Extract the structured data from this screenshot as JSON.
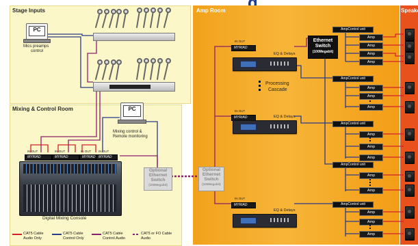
{
  "header": {
    "title_fragment": "g"
  },
  "stage_inputs": {
    "title": "Stage Inputs",
    "pc_label": "PC",
    "pc_caption_line1": "Mics preamps",
    "pc_caption_line2": "control"
  },
  "mixing_room": {
    "title": "Mixing & Control Room",
    "pc_label": "PC",
    "pc_caption_line1": "Mixing control &",
    "pc_caption_line2": "Remote monitoring",
    "console_caption": "Digital Mixing Console",
    "optional_switch_line1": "Optional",
    "optional_switch_line2": "Ethernet",
    "optional_switch_line3": "Switch",
    "optional_switch_line4": "(100Megabit)",
    "inout_labels": [
      "IN OUT",
      "IN OUT",
      "IN OUT",
      "IN OUT"
    ],
    "myriad_tag": "MYRIAD"
  },
  "amp_room": {
    "title": "Amp Room",
    "optional_switch_line1": "Optional",
    "optional_switch_line2": "Ethernet",
    "optional_switch_line3": "Switch",
    "optional_switch_line4": "(100Megabit)",
    "eth_switch_line1": "Ethernet",
    "eth_switch_line2": "Switch",
    "eth_switch_line3": "(100Megabit)",
    "processing_line1": "Processing",
    "processing_line2": "Cascade",
    "eq_label": "EQ & Delays",
    "amp_control_label": "AmpControl unit",
    "amp_label": "Amp",
    "inout_label": "IN OUT",
    "myriad_tag": "MYRIAD"
  },
  "speakers": {
    "title": "Speake"
  },
  "legend": [
    {
      "line1": "CAT5 Cable",
      "line2": "Audio Only",
      "color": "#d21f2d"
    },
    {
      "line1": "CAT5 Cable",
      "line2": "Control Only",
      "color": "#2a3a8c"
    },
    {
      "line1": "CAT5 Cable",
      "line2": "Control Audio",
      "color": "#8b1f6b"
    },
    {
      "line1": "CAT5 or FO Cable",
      "line2": "Audio",
      "color": "#8b1f6b"
    }
  ],
  "colors": {
    "stage_bg": "#fbf7c8",
    "amp_bg": "#f5a820",
    "speaker_bg": "#e8501c",
    "audio_line": "#d21f2d",
    "control_line": "#2a3a8c",
    "control_audio_line": "#8b1f6b"
  }
}
